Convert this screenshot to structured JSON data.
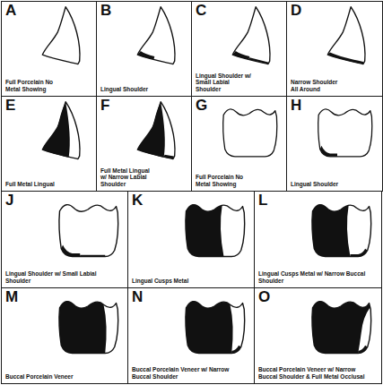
{
  "diagram": {
    "nodes": [
      {
        "text": [
          "A",
          "Full Porcelain No Metal Showing"
        ]
      },
      {
        "text": [
          "B",
          "Lingual Shoulder"
        ]
      },
      {
        "text": [
          "C",
          "Lingual Shoulder w/ Small Labial Shoulder"
        ]
      },
      {
        "text": [
          "D",
          "Narrow Shoulder All Around"
        ]
      },
      {
        "text": [
          "E",
          "Full Metal Lingual"
        ]
      },
      {
        "text": [
          "F",
          "Full Metal Lingual w/ Narrow Labial Shoulder"
        ]
      },
      {
        "text": [
          "G",
          "Full Porcelain No Metal Showing"
        ]
      },
      {
        "text": [
          "H",
          "Lingual Shoulder"
        ]
      },
      {
        "text": [
          "J",
          "Lingual Shoulder w/ Small Labial Shoulder"
        ]
      },
      {
        "text": [
          "K",
          "Lingual Cusps Metal"
        ]
      },
      {
        "text": [
          "L",
          "Lingual Cusps Metal w/ Narrow Buccal Shoulder"
        ]
      },
      {
        "text": [
          "M",
          "Buccal Porcelain Veneer"
        ]
      },
      {
        "text": [
          "N",
          "Buccal Porcelain Veneer w/ Narrow Buccal Shoulder"
        ]
      },
      {
        "text": [
          "O",
          "Buccal Porcelain Veneer w/ Narrow Buccal Shoulder & Full Metal Occlusal"
        ]
      }
    ]
  }
}
